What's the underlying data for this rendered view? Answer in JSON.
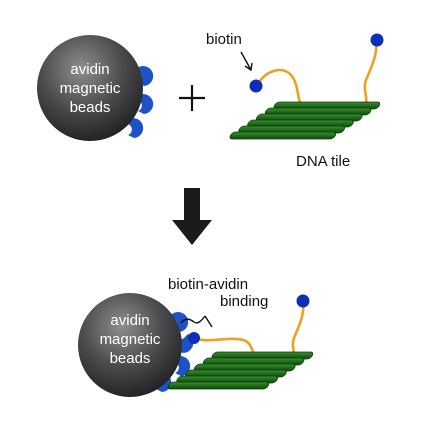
{
  "top": {
    "bead": {
      "lines": [
        "avidin",
        "magnetic",
        "beads"
      ]
    },
    "plus_sign": "+",
    "biotin_label": "biotin",
    "tile_label": "DNA tile"
  },
  "bottom": {
    "bead": {
      "lines": [
        "avidin",
        "magnetic",
        "beads"
      ]
    },
    "binding_label_line1": "biotin-avidin",
    "binding_label_line2": "binding"
  },
  "colors": {
    "bead_dark": "#1f1f21",
    "bead_light": "#8e8e90",
    "avidin_blue": "#1e52c6",
    "biotin_blue": "#0d2fb8",
    "linker_orange": "#f0a020",
    "tile_green": "#1f6d1a",
    "tile_dark": "#0d3b0a",
    "arrow": "#1a1a1a"
  },
  "icons": [
    "reaction-arrow-icon",
    "plus-icon"
  ]
}
